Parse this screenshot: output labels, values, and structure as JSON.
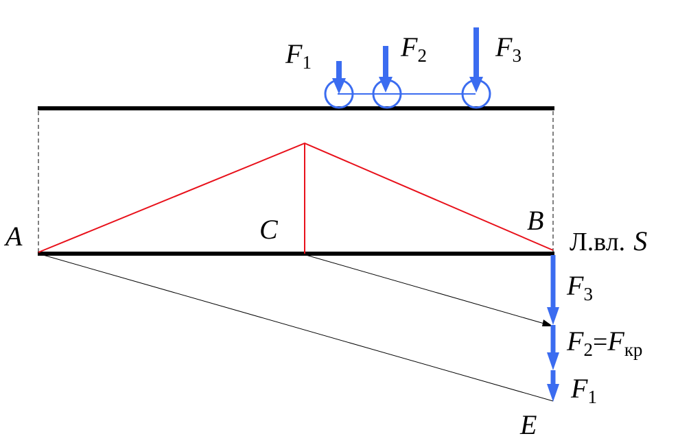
{
  "labels": {
    "A": "A",
    "B": "B",
    "C": "C",
    "E": "E",
    "F": "F",
    "sub1": "1",
    "sub2": "2",
    "sub3": "3",
    "equals": "=",
    "sub_kr": "кр",
    "line_label_prefix": "Л.вл.",
    "line_label_var": "S"
  },
  "colors": {
    "beam": "#000000",
    "influence": "#e8101a",
    "force": "#3b6cf0",
    "thin": "#000000"
  }
}
